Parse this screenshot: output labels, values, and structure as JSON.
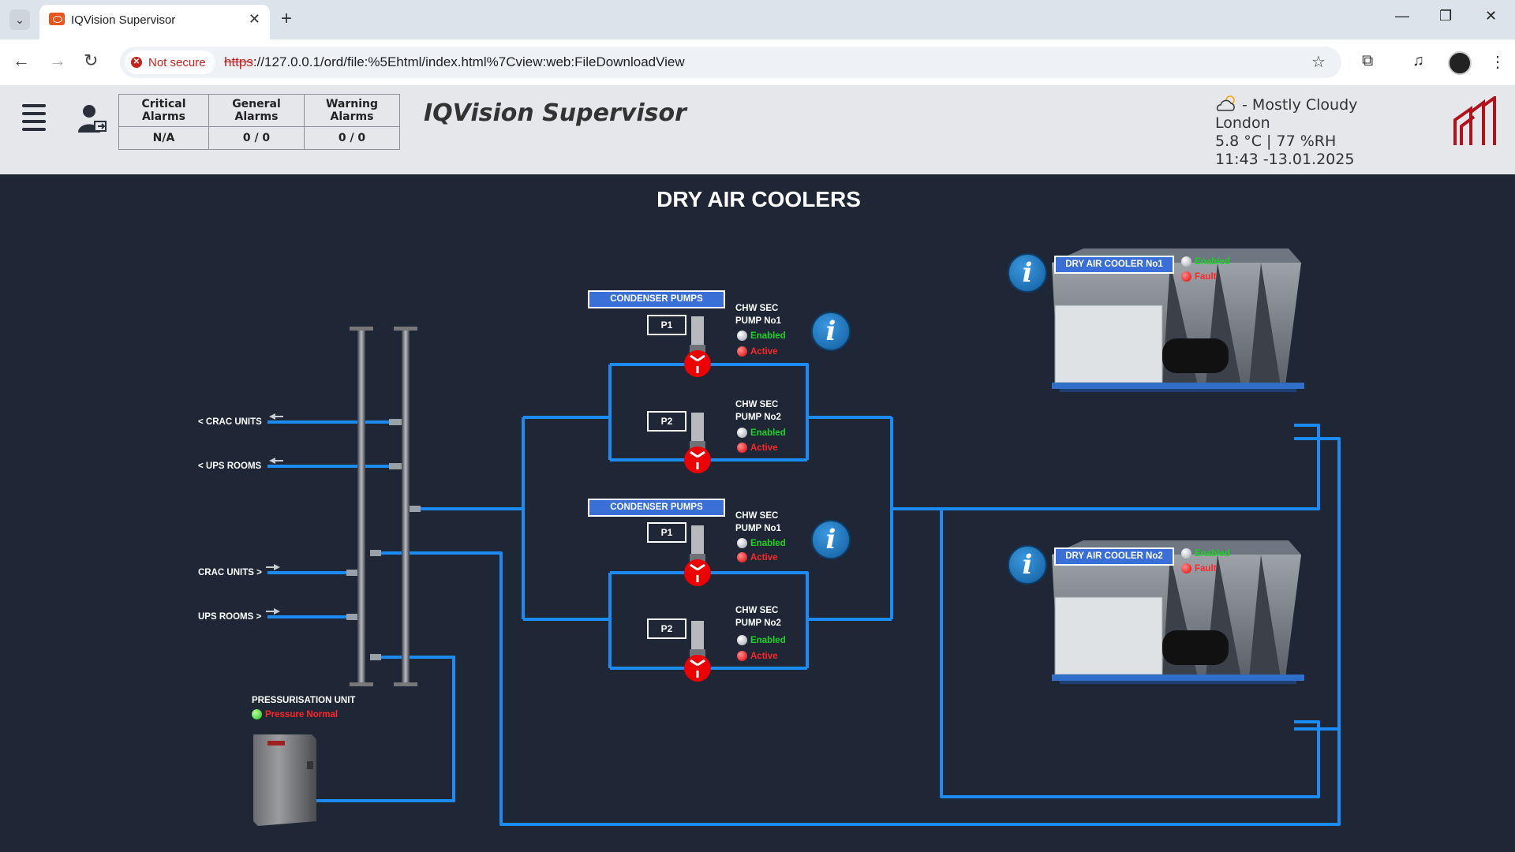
{
  "browser": {
    "tab_title": "IQVision Supervisor",
    "security_label": "Not secure",
    "url_scheme": "https",
    "url_rest": "://127.0.0.1/ord/file:%5Ehtml/index.html%7Cview:web:FileDownloadView"
  },
  "header": {
    "alarms": {
      "critical_label": "Critical Alarms",
      "general_label": "General Alarms",
      "warning_label": "Warning Alarms",
      "critical_value": "N/A",
      "general_value": "0 / 0",
      "warning_value": "0 / 0"
    },
    "app_title": "IQVision Supervisor",
    "weather": {
      "condition": " - Mostly Cloudy",
      "city": "London",
      "reading": "5.8 °C | 77 %RH",
      "datetime": "11:43 -13.01.2025"
    }
  },
  "screen": {
    "title": "DRY AIR COOLERS",
    "labels": {
      "crac_out": "< CRAC UNITS",
      "ups_out": "< UPS ROOMS",
      "crac_in": "CRAC UNITS >",
      "ups_in": "UPS ROOMS >"
    },
    "pressurisation": {
      "title": "PRESSURISATION UNIT",
      "status": "Pressure Normal"
    },
    "pump_groups": [
      {
        "tag": "CONDENSER PUMPS",
        "pumps": [
          {
            "box": "P1",
            "name1": "CHW SEC",
            "name2": "PUMP No1",
            "s1": "Enabled",
            "s2": "Active"
          },
          {
            "box": "P2",
            "name1": "CHW SEC",
            "name2": "PUMP No2",
            "s1": "Enabled",
            "s2": "Active"
          }
        ]
      },
      {
        "tag": "CONDENSER PUMPS",
        "pumps": [
          {
            "box": "P1",
            "name1": "CHW SEC",
            "name2": "PUMP No1",
            "s1": "Enabled",
            "s2": "Active"
          },
          {
            "box": "P2",
            "name1": "CHW SEC",
            "name2": "PUMP No2",
            "s1": "Enabled",
            "s2": "Active"
          }
        ]
      }
    ],
    "coolers": [
      {
        "tag": "DRY AIR COOLER No1",
        "s1": "Enabled",
        "s2": "Fault"
      },
      {
        "tag": "DRY AIR COOLER No2",
        "s1": "Enabled",
        "s2": "Fault"
      }
    ],
    "info_glyph": "i",
    "colors": {
      "pipe": "#1b8cf5",
      "pump": "#ee0000",
      "tag_bg": "#3a6fd8"
    }
  }
}
